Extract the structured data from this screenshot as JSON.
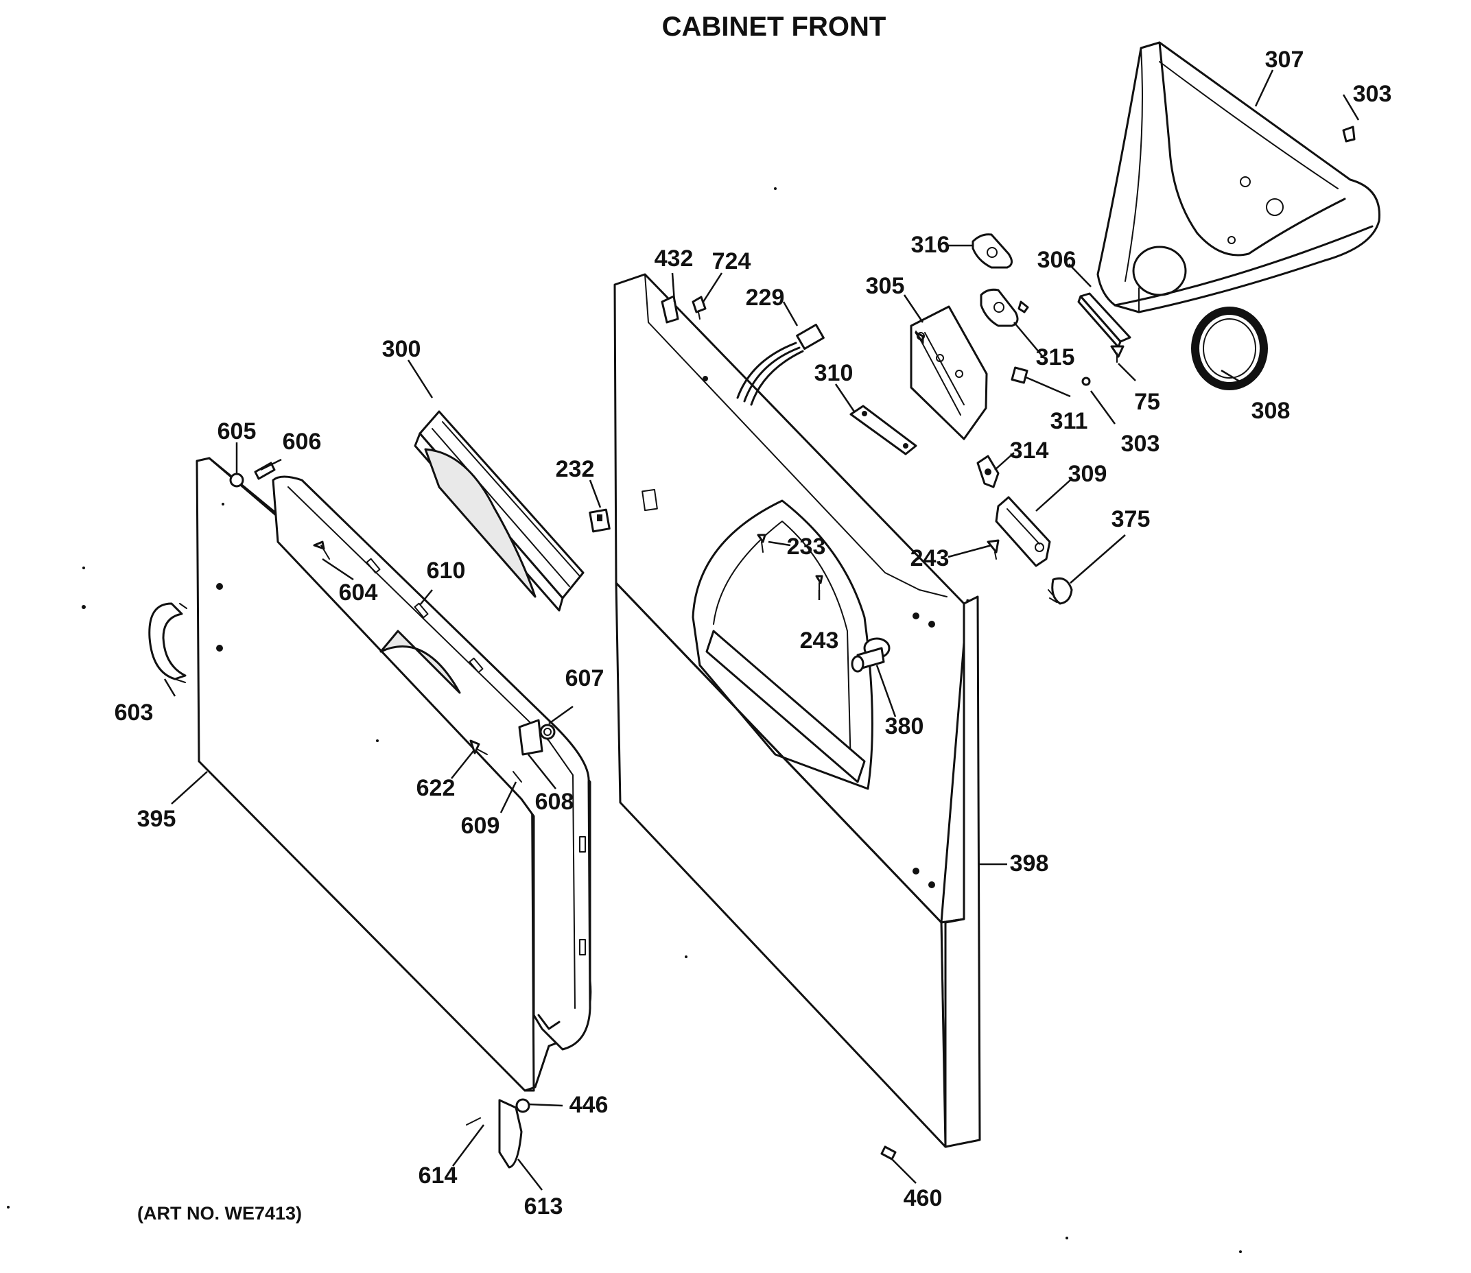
{
  "diagram": {
    "title": "CABINET FRONT",
    "art_number": "(ART NO. WE7413)",
    "colors": {
      "ink": "#111111",
      "paper": "#ffffff",
      "panel_shade": "#e9e9e9"
    },
    "parts": [
      {
        "id": "307",
        "label": "307",
        "name": "top-bulkhead"
      },
      {
        "id": "303a",
        "label": "303",
        "name": "screw-top-right"
      },
      {
        "id": "316",
        "label": "316",
        "name": "bracket-316"
      },
      {
        "id": "306",
        "label": "306",
        "name": "strike-306"
      },
      {
        "id": "305",
        "label": "305",
        "name": "bracket-plate-305"
      },
      {
        "id": "432",
        "label": "432",
        "name": "clip-432"
      },
      {
        "id": "724",
        "label": "724",
        "name": "clip-724"
      },
      {
        "id": "229",
        "label": "229",
        "name": "wire-harness-229"
      },
      {
        "id": "315",
        "label": "315",
        "name": "bracket-315"
      },
      {
        "id": "300",
        "label": "300",
        "name": "lint-duct-300"
      },
      {
        "id": "310",
        "label": "310",
        "name": "pad-310"
      },
      {
        "id": "75",
        "label": "75",
        "name": "screw-75"
      },
      {
        "id": "308",
        "label": "308",
        "name": "felt-seal-308"
      },
      {
        "id": "311",
        "label": "311",
        "name": "nut-311"
      },
      {
        "id": "303b",
        "label": "303",
        "name": "screw-303"
      },
      {
        "id": "605",
        "label": "605",
        "name": "bumper-605"
      },
      {
        "id": "606",
        "label": "606",
        "name": "screw-606"
      },
      {
        "id": "314",
        "label": "314",
        "name": "switch-actuator-314"
      },
      {
        "id": "232",
        "label": "232",
        "name": "switch-232"
      },
      {
        "id": "309",
        "label": "309",
        "name": "door-switch-309"
      },
      {
        "id": "375",
        "label": "375",
        "name": "light-socket-375"
      },
      {
        "id": "233",
        "label": "233",
        "name": "screw-233"
      },
      {
        "id": "243a",
        "label": "243",
        "name": "screw-243-right"
      },
      {
        "id": "610",
        "label": "610",
        "name": "door-liner-610"
      },
      {
        "id": "604",
        "label": "604",
        "name": "screw-604"
      },
      {
        "id": "243b",
        "label": "243",
        "name": "screw-243-center"
      },
      {
        "id": "607",
        "label": "607",
        "name": "bumper-607"
      },
      {
        "id": "380",
        "label": "380",
        "name": "bumper-380"
      },
      {
        "id": "603",
        "label": "603",
        "name": "handle-603"
      },
      {
        "id": "622",
        "label": "622",
        "name": "screw-622"
      },
      {
        "id": "608",
        "label": "608",
        "name": "latch-608"
      },
      {
        "id": "609",
        "label": "609",
        "name": "screw-609"
      },
      {
        "id": "395",
        "label": "395",
        "name": "door-panel-395"
      },
      {
        "id": "398",
        "label": "398",
        "name": "front-panel-398"
      },
      {
        "id": "446",
        "label": "446",
        "name": "washer-446"
      },
      {
        "id": "614",
        "label": "614",
        "name": "screw-614"
      },
      {
        "id": "613",
        "label": "613",
        "name": "hinge-613"
      },
      {
        "id": "460",
        "label": "460",
        "name": "leg-460"
      }
    ]
  }
}
